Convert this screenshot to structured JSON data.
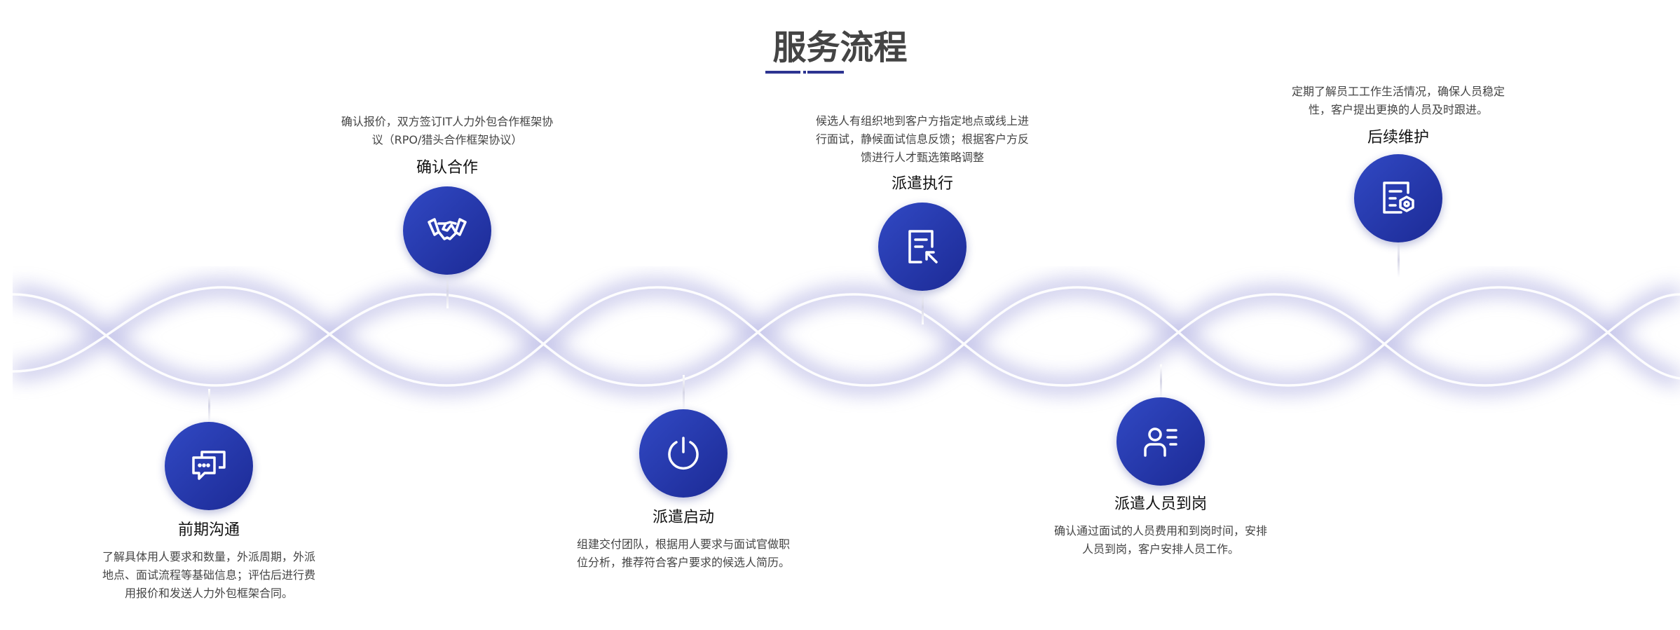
{
  "title": "服务流程",
  "accent": "#2d3491",
  "steps": [
    {
      "title": "前期沟通",
      "icon": "chat-bubbles-icon",
      "desc": [
        "了解具体用人要求和数量，外派周期，外派",
        "地点、面试流程等基础信息；评估后进行费",
        "用报价和发送人力外包框架合同。"
      ]
    },
    {
      "title": "确认合作",
      "icon": "handshake-icon",
      "desc": [
        "确认报价，双方签订IT人力外包合作框架协",
        "议（RPO/猎头合作框架协议）"
      ]
    },
    {
      "title": "派遣启动",
      "icon": "power-icon",
      "desc": [
        "组建交付团队，根据用人要求与面试官做职",
        "位分析，推荐符合客户要求的候选人简历。"
      ]
    },
    {
      "title": "派遣执行",
      "icon": "document-cursor-icon",
      "desc": [
        "候选人有组织地到客户方指定地点或线上进",
        "行面试，静候面试信息反馈；根据客户方反",
        "馈进行人才甄选策略调整"
      ]
    },
    {
      "title": "派遣人员到岗",
      "icon": "person-list-icon",
      "desc": [
        "确认通过面试的人员费用和到岗时间，安排",
        "人员到岗，客户安排人员工作。"
      ]
    },
    {
      "title": "后续维护",
      "icon": "document-settings-icon",
      "desc": [
        "定期了解员工工作生活情况，确保人员稳定",
        "性，客户提出更换的人员及时跟进。"
      ]
    }
  ]
}
